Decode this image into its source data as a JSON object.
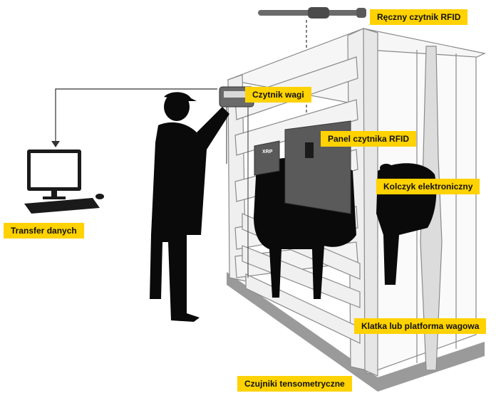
{
  "labels": {
    "reader_handheld": "Ręczny czytnik RFID",
    "scale_reader": "Czytnik wagi",
    "rfid_panel": "Panel czytnika RFID",
    "ear_tag": "Kolczyk elektroniczny",
    "data_transfer": "Transfer danych",
    "cage_platform": "Klatka lub platforma wagowa",
    "load_cells": "Czujniki tensometryczne"
  },
  "device_marks": {
    "scale_unit_logo": "XRP"
  },
  "colors": {
    "label_bg": "#ffd200",
    "label_text": "#111111",
    "silhouette": "#0a0a0a",
    "cage_frame": "#f2f2f2",
    "cage_edge": "#8a8a8a",
    "panel": "#555555"
  }
}
